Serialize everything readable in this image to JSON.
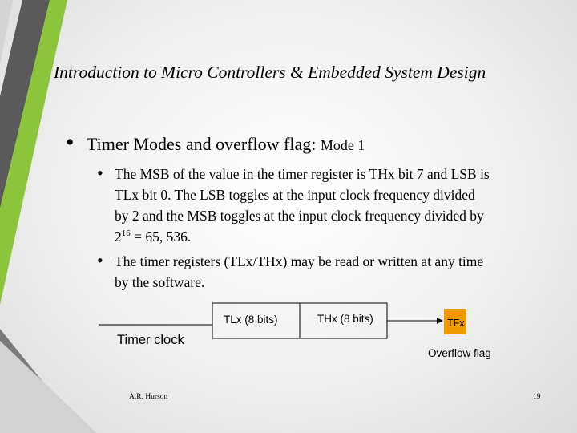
{
  "slide": {
    "title": "Introduction to Micro Controllers & Embedded System Design",
    "heading": "Timer Modes and overflow flag:",
    "heading_mode": "Mode 1",
    "bullets": [
      {
        "lines": [
          "The MSB of the value in the timer register is THx bit 7 and LSB is",
          "TLx bit 0.  The LSB toggles at the input clock frequency divided",
          "by 2 and the MSB toggles at the input clock frequency divided by"
        ],
        "last_base": "2",
        "last_exp": "16",
        "last_rest": " = 65, 536."
      },
      {
        "lines": [
          "The timer registers (TLx/THx) may be read or written at any time",
          "by the software."
        ]
      }
    ],
    "bullet_glyph": "•"
  },
  "diagram": {
    "tl_label": "TLx (8 bits)",
    "th_label": "THx (8 bits)",
    "tf_label": "TFx",
    "clock_label": "Timer clock",
    "overflow_label": "Overflow flag"
  },
  "footer": {
    "author": "A.R. Hurson",
    "page": "19"
  },
  "colors": {
    "accent_green": "#8cc43c",
    "accent_gray": "#5a5a5a",
    "tf_box": "#f09800"
  }
}
